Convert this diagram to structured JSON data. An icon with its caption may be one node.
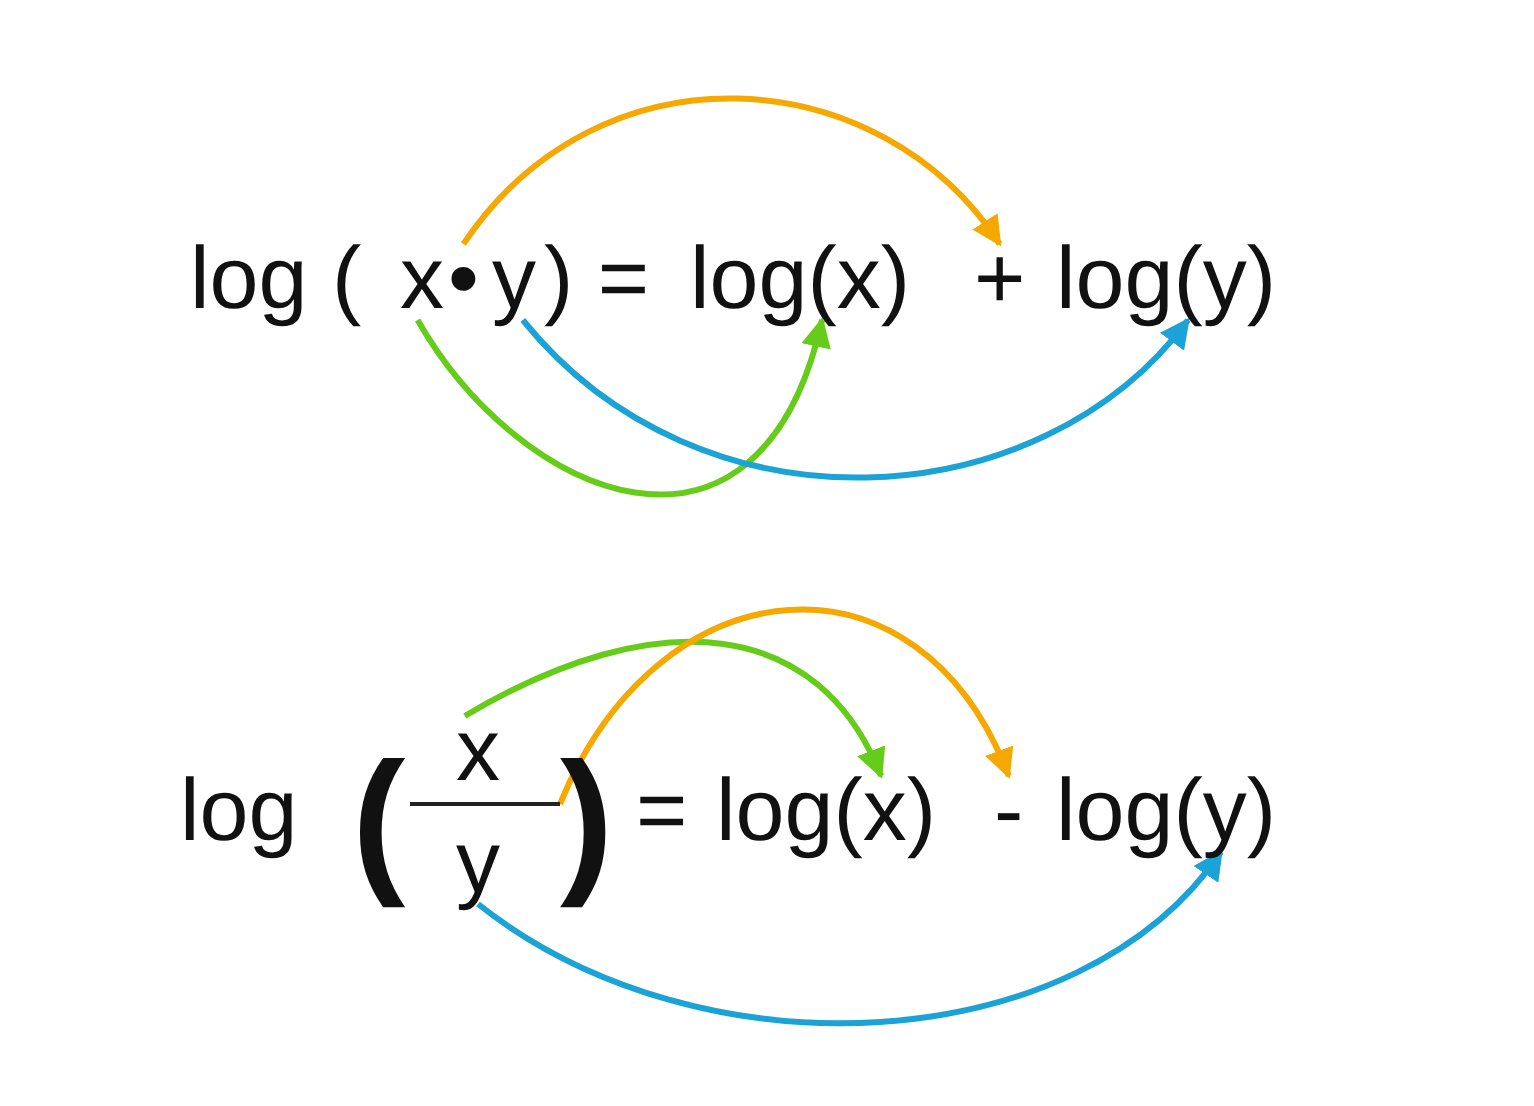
{
  "diagram": {
    "nodes": [
      {
        "text": [
          "x"
        ]
      },
      {
        "text": [
          "•"
        ]
      },
      {
        "text": [
          "y"
        ]
      },
      {
        "text": [
          "log(x)"
        ]
      },
      {
        "text": [
          "+"
        ]
      },
      {
        "text": [
          "log(y)"
        ]
      },
      {
        "text": [
          "x"
        ]
      },
      {
        "text": [],
        "shape": "bar"
      },
      {
        "text": [
          "y"
        ]
      },
      {
        "text": [
          "log(x)"
        ]
      },
      {
        "text": [
          "-"
        ]
      },
      {
        "text": [
          "log(y)"
        ]
      }
    ],
    "edges": [
      {
        "from": 1,
        "to": 4,
        "arrow": "to",
        "color": "#f5a800"
      },
      {
        "from": 0,
        "to": 3,
        "arrow": "to",
        "color": "#66cc1a"
      },
      {
        "from": 2,
        "to": 5,
        "arrow": "to",
        "color": "#1aa3d4"
      },
      {
        "from": 6,
        "to": 9,
        "arrow": "to",
        "color": "#66cc1a"
      },
      {
        "from": 7,
        "to": 10,
        "arrow": "to",
        "color": "#f5a800"
      },
      {
        "from": 8,
        "to": 11,
        "arrow": "to",
        "color": "#1aa3d4"
      }
    ],
    "labels": [
      "log (",
      ") =",
      "log",
      "(",
      ")",
      "="
    ]
  }
}
